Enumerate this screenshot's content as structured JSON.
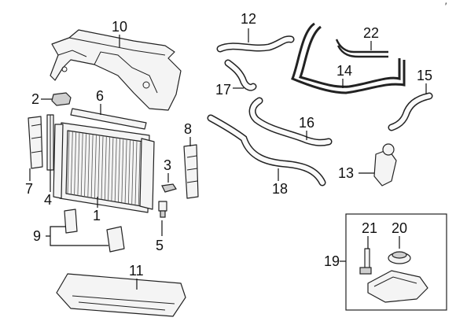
{
  "callouts": {
    "c1": "1",
    "c2": "2",
    "c3": "3",
    "c4": "4",
    "c5": "5",
    "c6": "6",
    "c7": "7",
    "c8": "8",
    "c9": "9",
    "c10": "10",
    "c11": "11",
    "c12": "12",
    "c13": "13",
    "c14": "14",
    "c15": "15",
    "c16": "16",
    "c17": "17",
    "c18": "18",
    "c19": "19",
    "c20": "20",
    "c21": "21",
    "c22": "22"
  },
  "colors": {
    "line": "#222222",
    "fill": "#f4f4f4",
    "background": "#ffffff"
  },
  "corner_mark": "′"
}
